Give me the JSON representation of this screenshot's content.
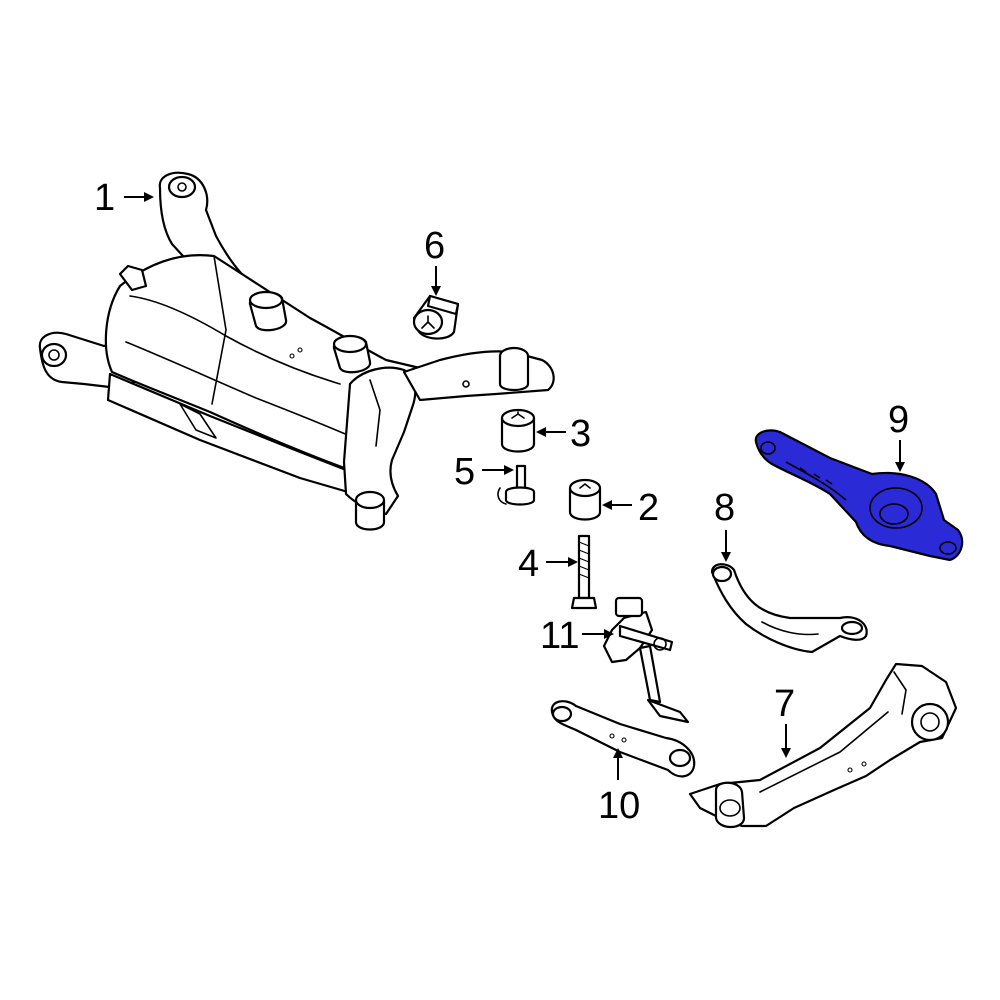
{
  "callouts": [
    {
      "id": "1",
      "label": "1"
    },
    {
      "id": "2",
      "label": "2"
    },
    {
      "id": "3",
      "label": "3"
    },
    {
      "id": "4",
      "label": "4"
    },
    {
      "id": "5",
      "label": "5"
    },
    {
      "id": "6",
      "label": "6"
    },
    {
      "id": "7",
      "label": "7"
    },
    {
      "id": "8",
      "label": "8"
    },
    {
      "id": "9",
      "label": "9"
    },
    {
      "id": "10",
      "label": "10"
    },
    {
      "id": "11",
      "label": "11"
    }
  ],
  "highlighted_part": "9",
  "colors": {
    "highlight": "#2a2ad6",
    "line": "#000000",
    "background": "#ffffff"
  }
}
